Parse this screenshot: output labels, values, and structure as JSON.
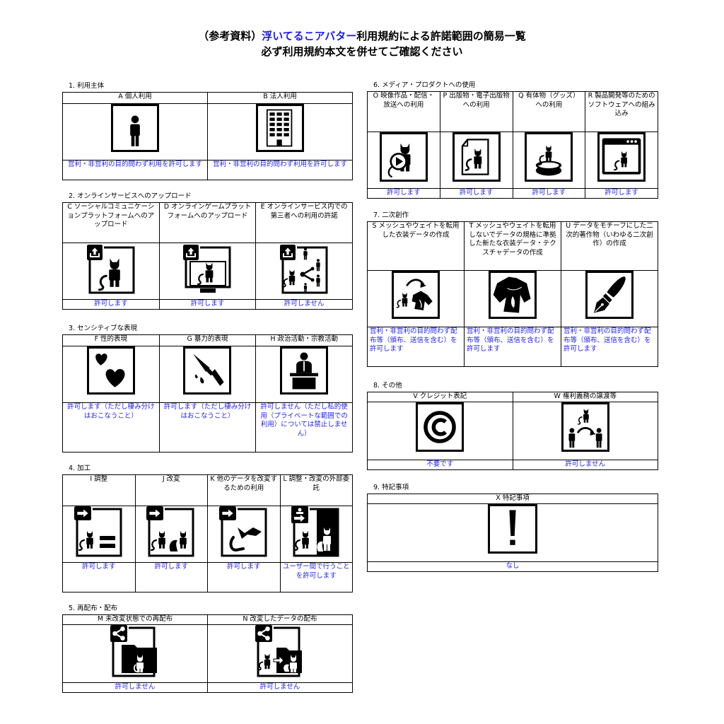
{
  "header": {
    "title_prefix": "（参考資料）",
    "title_highlight": "浮いてるこアバター",
    "title_suffix": "利用規約による許諾範囲の簡易一覧",
    "subtitle": "必ず利用規約本文を併せてご確認ください"
  },
  "colors": {
    "accent": "#1d1df0",
    "text": "#000000",
    "border": "#000000"
  },
  "sections": {
    "s1": {
      "label": "1. 利用主体",
      "items": [
        {
          "header": "A 個人利用",
          "icon": "person-icon",
          "result": "営利・非営利の目的問わず利用を許可します"
        },
        {
          "header": "B 法人利用",
          "icon": "building-icon",
          "result": "営利・非営利の目的問わず利用を許可します"
        }
      ]
    },
    "s2": {
      "label": "2. オンラインサービスへのアップロード",
      "items": [
        {
          "header": "C ソーシャルコミュニケーションプラットフォームへのアップロード",
          "icon": "upload-avatar-icon",
          "result": "許可します"
        },
        {
          "header": "D オンラインゲームプラットフォームへのアップロード",
          "icon": "upload-monitor-icon",
          "result": "許可します"
        },
        {
          "header": "E オンラインサービス内での第三者への利用の許諾",
          "icon": "upload-share-users-icon",
          "result": "許可しません"
        }
      ]
    },
    "s3": {
      "label": "3. センシティブな表現",
      "items": [
        {
          "header": "F 性的表現",
          "icon": "hearts-icon",
          "result": "許可します（ただし棲み分けはおこなうこと）"
        },
        {
          "header": "G 暴力的表現",
          "icon": "knife-icon",
          "result": "許可します（ただし棲み分けはおこなうこと）"
        },
        {
          "header": "H 政治活動・宗教活動",
          "icon": "podium-speaker-icon",
          "result": "許可しません（ただし私的使用（プライベートな範囲での利用）については禁止しません）"
        }
      ]
    },
    "s4": {
      "label": "4. 加工",
      "items": [
        {
          "header": "I 調整",
          "icon": "adjust-equal-icon",
          "result": "許可します"
        },
        {
          "header": "J 改変",
          "icon": "modify-avatar-icon",
          "result": "許可します"
        },
        {
          "header": "K 他のデータを改変するための利用",
          "icon": "parts-reuse-icon",
          "result": "許可します"
        },
        {
          "header": "L 調整・改変の外部委託",
          "icon": "outsource-icon",
          "result": "ユーザー間で行うことを許可します"
        }
      ]
    },
    "s5": {
      "label": "5. 再配布・配布",
      "items": [
        {
          "header": "M 未改変状態での再配布",
          "icon": "share-folder-icon",
          "result": "許可しません"
        },
        {
          "header": "N 改変したデータの配布",
          "icon": "share-modified-icon",
          "result": "許可しません"
        }
      ]
    },
    "s6": {
      "label": "6. メディア・プロダクトへの使用",
      "items": [
        {
          "header": "O 映像作品・配信・放送への利用",
          "icon": "video-play-icon",
          "result": "許可します"
        },
        {
          "header": "P 出版物・電子出版物への利用",
          "icon": "document-avatar-icon",
          "result": "許可します"
        },
        {
          "header": "Q 有体物（グッズ）への利用",
          "icon": "figure-goods-icon",
          "result": "許可します"
        },
        {
          "header": "R 製品開発等のためのソフトウェアへの組み込み",
          "icon": "software-window-icon",
          "result": "許可します"
        }
      ]
    },
    "s7": {
      "label": "7. 二次創作",
      "items": [
        {
          "header": "S メッシュやウェイトを転用した衣装データの作成",
          "icon": "mesh-to-clothes-icon",
          "result": "営利・非営利の目的問わず配布等（頒布、送信を含む）を許可します"
        },
        {
          "header": "T メッシュやウェイトを転用しないでデータの規格に準拠した新たな衣装データ・テクスチャデータの作成",
          "icon": "clothes-icon",
          "result": "営利・非営利の目的問わず配布等（頒布、送信を含む）を許可します"
        },
        {
          "header": "U データをモチーフにした二次的著作物（いわゆる二次創作）の作成",
          "icon": "pen-nib-icon",
          "result": "営利・非営利の目的問わず配布等（頒布、送信を含む）を許可します"
        }
      ]
    },
    "s8": {
      "label": "8. その他",
      "items": [
        {
          "header": "V クレジット表記",
          "icon": "copyright-icon",
          "result": "不要です"
        },
        {
          "header": "W 権利義務の譲渡等",
          "icon": "transfer-rights-icon",
          "result": "許可しません"
        }
      ]
    },
    "s9": {
      "label": "9. 特記事項",
      "items": [
        {
          "header": "X 特記事項",
          "icon": "exclamation-icon",
          "result": "なし"
        }
      ]
    }
  }
}
